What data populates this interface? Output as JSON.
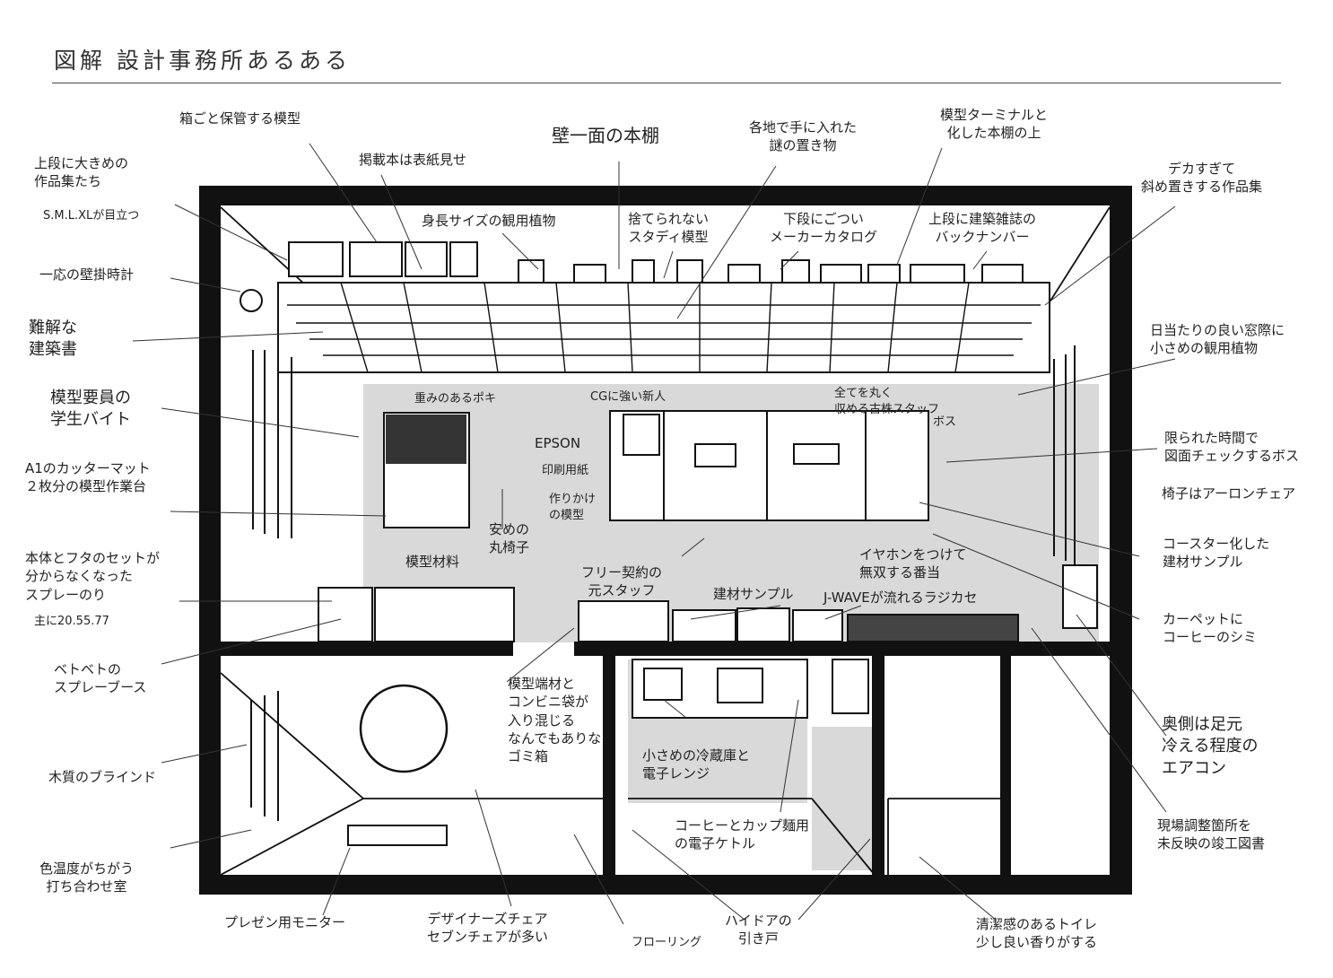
{
  "title": "図解 設計事務所あるある",
  "labels": {
    "box_models": "箱ごと保管する模型",
    "cover_display": "掲載本は表紙見せ",
    "wall_shelf": "壁一面の本棚",
    "mystery_objects": "各地で手に入れた\n謎の置き物",
    "model_terminal": "模型ターミナルと\n化した本棚の上",
    "large_works": "上段に大きめの\n作品集たち",
    "smlxl": "S.M.L.XLが目立つ",
    "big_books_diag": "デカすぎて\n斜め置きする作品集",
    "tall_plant": "身長サイズの観用植物",
    "study_models": "捨てられない\nスタディ模型",
    "maker_catalog": "下段にごつい\nメーカーカタログ",
    "back_numbers": "上段に建築雑誌の\nバックナンバー",
    "wall_clock": "一応の壁掛時計",
    "hard_books": "難解な\n建築書",
    "window_plant": "日当たりの良い窓際に\n小さめの観用植物",
    "heavy_poki": "重みのあるポキ",
    "cg_newbie": "CGに強い新人",
    "all_staff": "全てを丸く\n収める古株スタッフ",
    "boss_tag": "ボス",
    "model_student": "模型要員の\n学生バイト",
    "epson": "EPSON",
    "print_paper": "印刷用紙",
    "wip_model": "作りかけ\nの模型",
    "boss_check": "限られた時間で\n図面チェックするボス",
    "aeron": "椅子はアーロンチェア",
    "cutter_mat": "A1のカッターマット\n２枚分の模型作業台",
    "cheap_stool": "安めの\n丸椅子",
    "freelance": "フリー契約の\n元スタッフ",
    "earphones": "イヤホンをつけて\n無双する番当",
    "coaster": "コースター化した\n建材サンプル",
    "spray_glue": "本体とフタのセットが\n分からなくなった\nスプレーのり",
    "spray_nums": "主に20.55.77",
    "model_material": "模型材料",
    "material_sample": "建材サンプル",
    "jwave": "J-WAVEが流れるラジカセ",
    "coffee_stain": "カーペットに\nコーヒーのシミ",
    "spray_booth": "ベトベトの\nスプレーブース",
    "scrap_bin": "模型端材と\nコンビニ袋が\n入り混じる\nなんでもありな\nゴミ箱",
    "fridge": "小さめの冷蔵庫と\n電子レンジ",
    "kettle": "コーヒーとカップ麺用\nの電子ケトル",
    "aircon": "奥側は足元\n冷える程度の\nエアコン",
    "blind": "木質のブラインド",
    "drawings": "現場調整箇所を\n未反映の竣工図書",
    "color_temp": "色温度がちがう\n打ち合わせ室",
    "monitor": "プレゼン用モニター",
    "designer_chair": "デザイナーズチェア\nセブンチェアが多い",
    "flooring": "フローリング",
    "high_door": "ハイドアの\n引き戸",
    "toilet": "清潔感のあるトイレ\n少し良い香りがする"
  }
}
